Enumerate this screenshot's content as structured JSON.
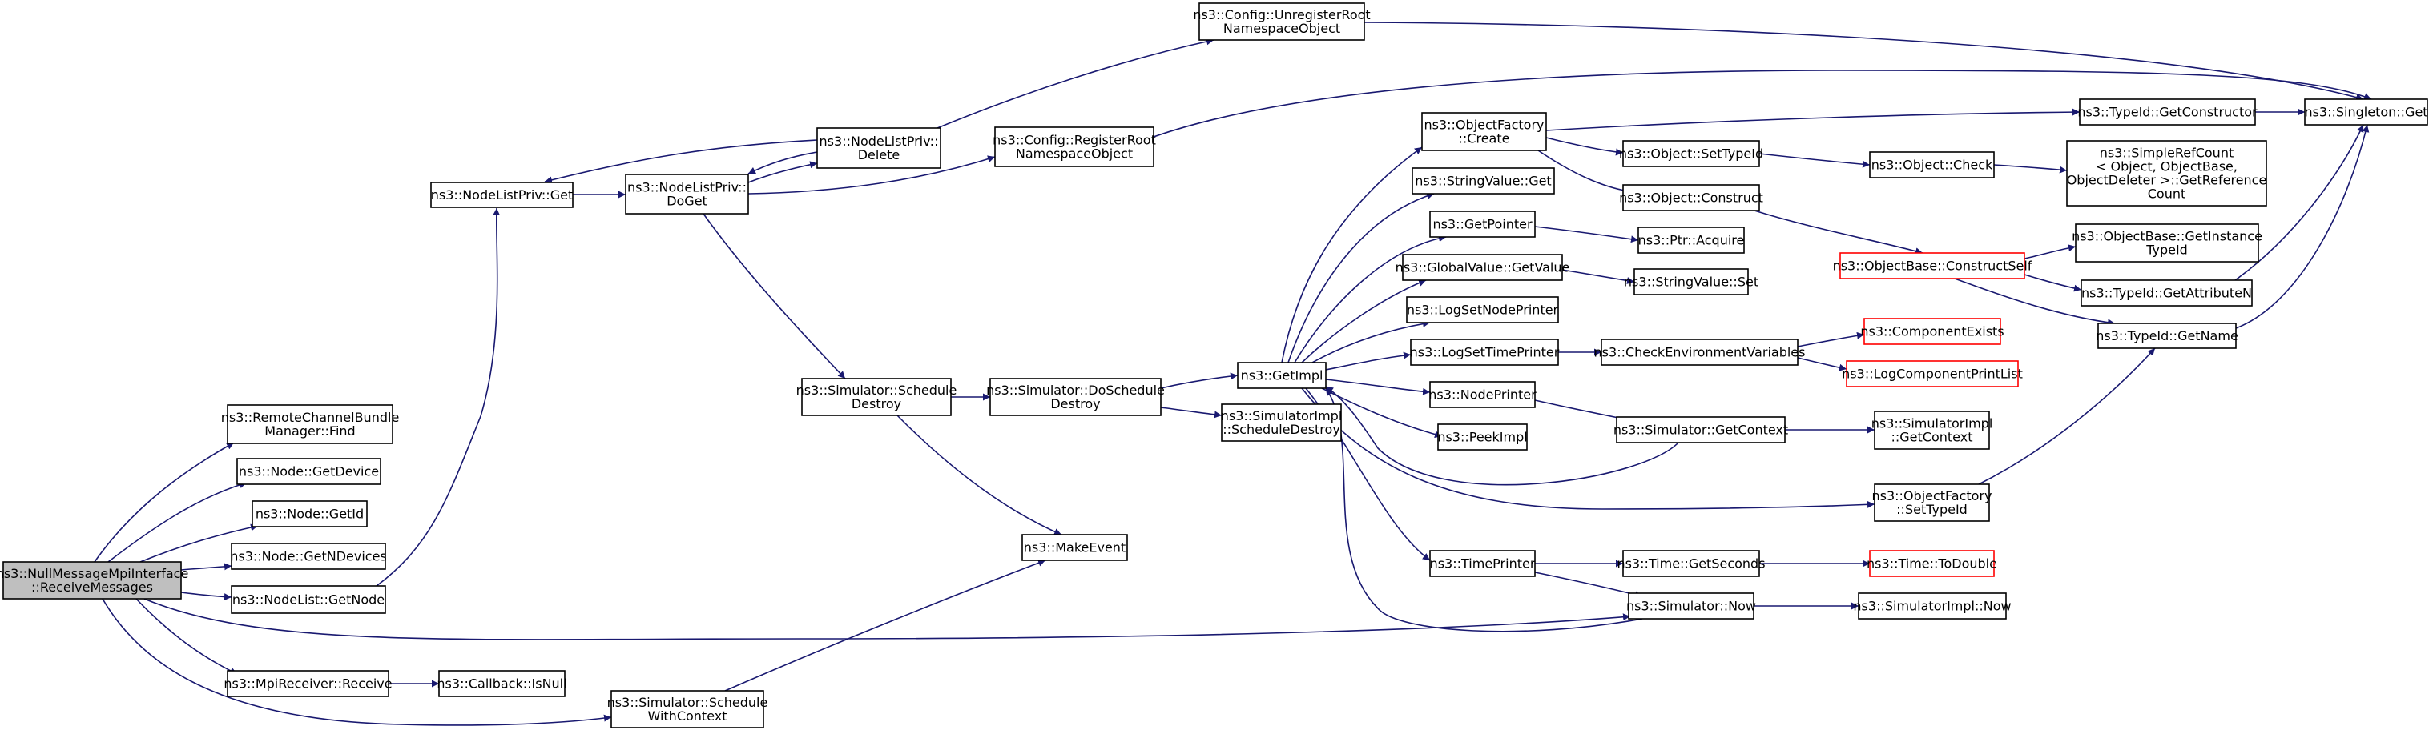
{
  "colors": {
    "edge": "#191970",
    "node_border": "#000000",
    "truncated_border": "#ff0000",
    "root_fill": "#bfbfbf"
  },
  "nodes": {
    "root": {
      "lines": [
        "ns3::NullMessageMpiInterface",
        "::ReceiveMessages"
      ],
      "root": true
    },
    "rcbm_find": {
      "lines": [
        "ns3::RemoteChannelBundle",
        "Manager::Find"
      ]
    },
    "node_getdevice": {
      "lines": [
        "ns3::Node::GetDevice"
      ]
    },
    "node_getid": {
      "lines": [
        "ns3::Node::GetId"
      ]
    },
    "node_getndevices": {
      "lines": [
        "ns3::Node::GetNDevices"
      ]
    },
    "nodelist_getnode": {
      "lines": [
        "ns3::NodeList::GetNode"
      ]
    },
    "mpireceiver_receive": {
      "lines": [
        "ns3::MpiReceiver::Receive"
      ]
    },
    "callback_isnull": {
      "lines": [
        "ns3::Callback::IsNull"
      ]
    },
    "nlp_get": {
      "lines": [
        "ns3::NodeListPriv::Get"
      ]
    },
    "nlp_doget": {
      "lines": [
        "ns3::NodeListPriv::",
        "DoGet"
      ]
    },
    "nlp_delete": {
      "lines": [
        "ns3::NodeListPriv::",
        "Delete"
      ]
    },
    "cfg_unregister": {
      "lines": [
        "ns3::Config::UnregisterRoot",
        "NamespaceObject"
      ]
    },
    "cfg_register": {
      "lines": [
        "ns3::Config::RegisterRoot",
        "NamespaceObject"
      ]
    },
    "sim_schedule_destroy": {
      "lines": [
        "ns3::Simulator::Schedule",
        "Destroy"
      ]
    },
    "sim_doschedule_destroy": {
      "lines": [
        "ns3::Simulator::DoSchedule",
        "Destroy"
      ]
    },
    "makeevent": {
      "lines": [
        "ns3::MakeEvent"
      ]
    },
    "sim_schedule_withcontext": {
      "lines": [
        "ns3::Simulator::Schedule",
        "WithContext"
      ]
    },
    "getimpl": {
      "lines": [
        "ns3::GetImpl"
      ]
    },
    "simimpl_schedule_destroy": {
      "lines": [
        "ns3::SimulatorImpl",
        "::ScheduleDestroy"
      ]
    },
    "objfactory_create": {
      "lines": [
        "ns3::ObjectFactory",
        "::Create"
      ]
    },
    "stringvalue_get": {
      "lines": [
        "ns3::StringValue::Get"
      ]
    },
    "getpointer": {
      "lines": [
        "ns3::GetPointer"
      ]
    },
    "globalvalue_getvalue": {
      "lines": [
        "ns3::GlobalValue::GetValue"
      ]
    },
    "logsetnodeprinter": {
      "lines": [
        "ns3::LogSetNodePrinter"
      ]
    },
    "logsettimeprinter": {
      "lines": [
        "ns3::LogSetTimePrinter"
      ]
    },
    "nodeprinter": {
      "lines": [
        "ns3::NodePrinter"
      ]
    },
    "peekimpl": {
      "lines": [
        "ns3::PeekImpl"
      ]
    },
    "timeprinter": {
      "lines": [
        "ns3::TimePrinter"
      ]
    },
    "object_settypeid": {
      "lines": [
        "ns3::Object::SetTypeId"
      ]
    },
    "object_construct": {
      "lines": [
        "ns3::Object::Construct"
      ]
    },
    "ptr_acquire": {
      "lines": [
        "ns3::Ptr::Acquire"
      ]
    },
    "stringvalue_set": {
      "lines": [
        "ns3::StringValue::Set"
      ]
    },
    "checkenv": {
      "lines": [
        "ns3::CheckEnvironmentVariables"
      ]
    },
    "sim_getcontext": {
      "lines": [
        "ns3::Simulator::GetContext"
      ]
    },
    "time_getseconds": {
      "lines": [
        "ns3::Time::GetSeconds"
      ]
    },
    "sim_now": {
      "lines": [
        "ns3::Simulator::Now"
      ]
    },
    "typeid_getconstructor": {
      "lines": [
        "ns3::TypeId::GetConstructor"
      ]
    },
    "object_check": {
      "lines": [
        "ns3::Object::Check"
      ]
    },
    "objectbase_constructself": {
      "lines": [
        "ns3::ObjectBase::ConstructSelf"
      ],
      "truncated": true
    },
    "componentexists": {
      "lines": [
        "ns3::ComponentExists"
      ],
      "truncated": true
    },
    "logcomponentprintlist": {
      "lines": [
        "ns3::LogComponentPrintList"
      ],
      "truncated": true
    },
    "simimpl_getcontext": {
      "lines": [
        "ns3::SimulatorImpl",
        "::GetContext"
      ]
    },
    "objfactory_settypeid": {
      "lines": [
        "ns3::ObjectFactory",
        "::SetTypeId"
      ]
    },
    "time_todouble": {
      "lines": [
        "ns3::Time::ToDouble"
      ],
      "truncated": true
    },
    "simimpl_now": {
      "lines": [
        "ns3::SimulatorImpl::Now"
      ]
    },
    "singleton_get": {
      "lines": [
        "ns3::Singleton::Get"
      ]
    },
    "simplerefcount": {
      "lines": [
        "ns3::SimpleRefCount",
        "< Object, ObjectBase,",
        " ObjectDeleter >::GetReference",
        "Count"
      ]
    },
    "objectbase_getinstancetypeid": {
      "lines": [
        "ns3::ObjectBase::GetInstance",
        "TypeId"
      ]
    },
    "typeid_getattributen": {
      "lines": [
        "ns3::TypeId::GetAttributeN"
      ]
    },
    "typeid_getname": {
      "lines": [
        "ns3::TypeId::GetName"
      ]
    }
  }
}
